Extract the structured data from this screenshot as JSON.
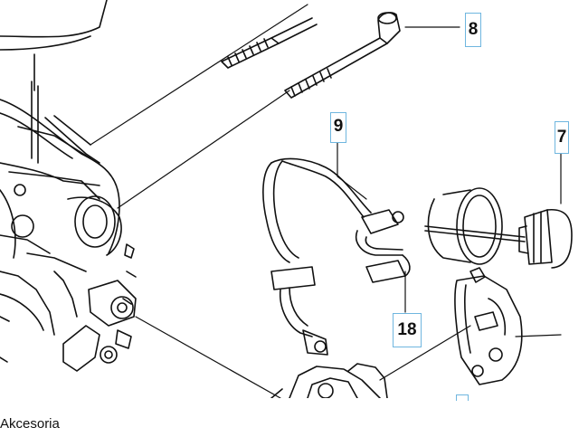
{
  "callouts": {
    "c8": "8",
    "c9": "9",
    "c7": "7",
    "c18": "18"
  },
  "caption": "Akcesoria",
  "colors": {
    "line": "#111111",
    "callout_border": "#6fb6df"
  }
}
